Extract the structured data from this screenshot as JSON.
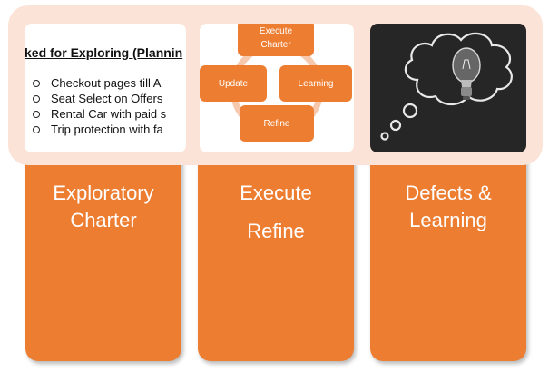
{
  "colors": {
    "card": "#ED7D31",
    "banner": "#FBE3D7",
    "cycle_ring": "#F6C9AE",
    "chalk": "#E8E8E8"
  },
  "cards": [
    {
      "lines": [
        "Exploratory",
        "Charter"
      ]
    },
    {
      "lines": [
        "Execute",
        "Refine"
      ]
    },
    {
      "lines": [
        "Defects &",
        "Learning"
      ]
    }
  ],
  "planning": {
    "title": "ked for Exploring (Plannin",
    "items": [
      "Checkout pages till A",
      "Seat Select on Offers",
      "Rental Car with paid s",
      "Trip protection with fa"
    ]
  },
  "cycle": {
    "top": [
      "Execute",
      "Charter"
    ],
    "left": "Update",
    "right": "Learning",
    "bottom": "Refine"
  },
  "idea_image": {
    "icons": [
      "thought-cloud-icon",
      "lightbulb-icon"
    ]
  }
}
